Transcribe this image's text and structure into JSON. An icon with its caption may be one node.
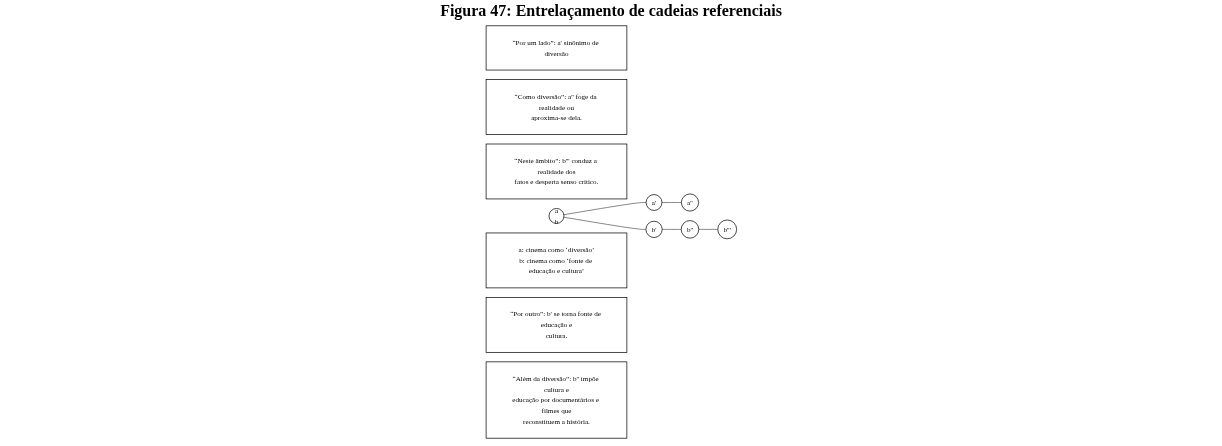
{
  "diagram": {
    "title": "Figura 47: Entrelaçamento de cadeias referenciais",
    "nodes": [
      {
        "text": [
          "“Por um lado”: a' sinônimo de diversão"
        ]
      },
      {
        "text": [
          "“Como diversão”: a'' foge da realidade ou aproxima-se dela."
        ]
      },
      {
        "text": [
          "“Neste âmbito”: b''' conduz a realidade dos fatos e desperta senso crítico."
        ]
      },
      {
        "text": [
          "a",
          "b"
        ]
      },
      {
        "text": [
          "a'"
        ]
      },
      {
        "text": [
          "b'"
        ]
      },
      {
        "text": [
          "a''"
        ]
      },
      {
        "text": [
          "b''"
        ]
      },
      {
        "text": [
          "b'''"
        ]
      },
      {
        "text": [
          "a: cinema como ‘diversão’",
          "b: cinema como ‘fonte de educação e cultura’"
        ]
      },
      {
        "text": [
          "“Por outro”: b' se torna fonte de educação e cultura."
        ]
      },
      {
        "text": [
          "“Além da diversão”: b'' impõe cultura e educação por documentários e filmes que reconstituem a história."
        ]
      }
    ],
    "edges": [
      {
        "from": 3,
        "to": 4,
        "arrow": "none"
      },
      {
        "from": 4,
        "to": 6,
        "arrow": "none"
      },
      {
        "from": 3,
        "to": 5,
        "arrow": "none"
      },
      {
        "from": 5,
        "to": 7,
        "arrow": "none"
      },
      {
        "from": 7,
        "to": 8,
        "arrow": "none"
      }
    ]
  }
}
